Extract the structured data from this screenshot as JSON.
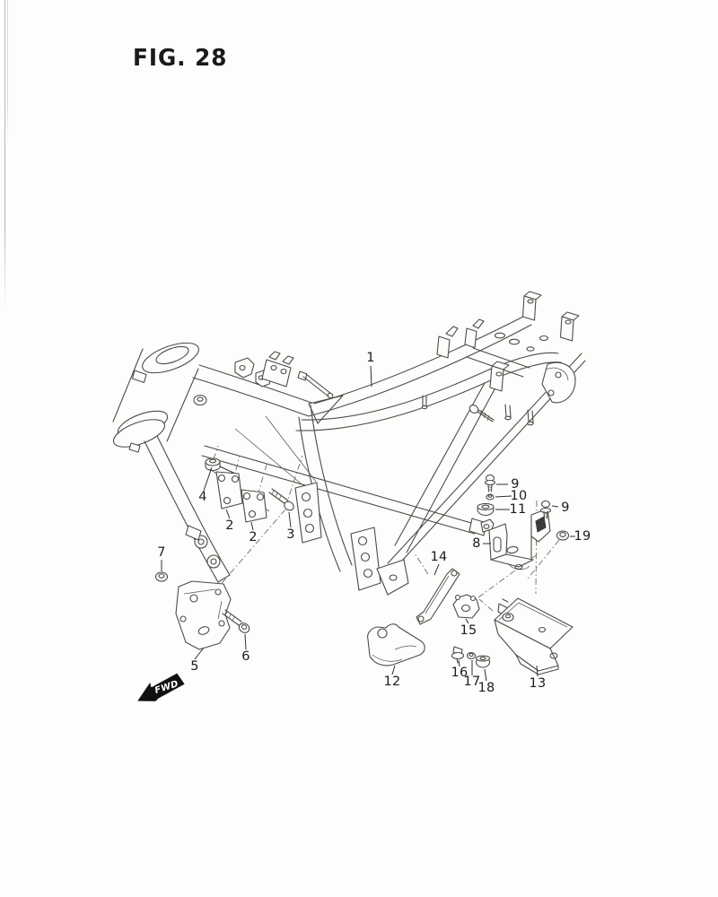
{
  "page": {
    "title": "FIG. 28",
    "background": "#fdfdfb"
  },
  "figure": {
    "subject": "motorcycle frame parts exploded diagram",
    "fwd_marker": "FWD",
    "callouts": [
      {
        "ref": "1"
      },
      {
        "ref": "2"
      },
      {
        "ref": "2"
      },
      {
        "ref": "3"
      },
      {
        "ref": "4"
      },
      {
        "ref": "5"
      },
      {
        "ref": "6"
      },
      {
        "ref": "7"
      },
      {
        "ref": "8"
      },
      {
        "ref": "9"
      },
      {
        "ref": "10"
      },
      {
        "ref": "11"
      },
      {
        "ref": "9"
      },
      {
        "ref": "19"
      },
      {
        "ref": "14"
      },
      {
        "ref": "15"
      },
      {
        "ref": "16"
      },
      {
        "ref": "17"
      },
      {
        "ref": "18"
      },
      {
        "ref": "12"
      },
      {
        "ref": "13"
      }
    ]
  },
  "colors": {
    "line": "#4a4c48",
    "label": "#1c1c1c",
    "marker_black": "#111111",
    "page_edge": "#b9b9b9"
  }
}
